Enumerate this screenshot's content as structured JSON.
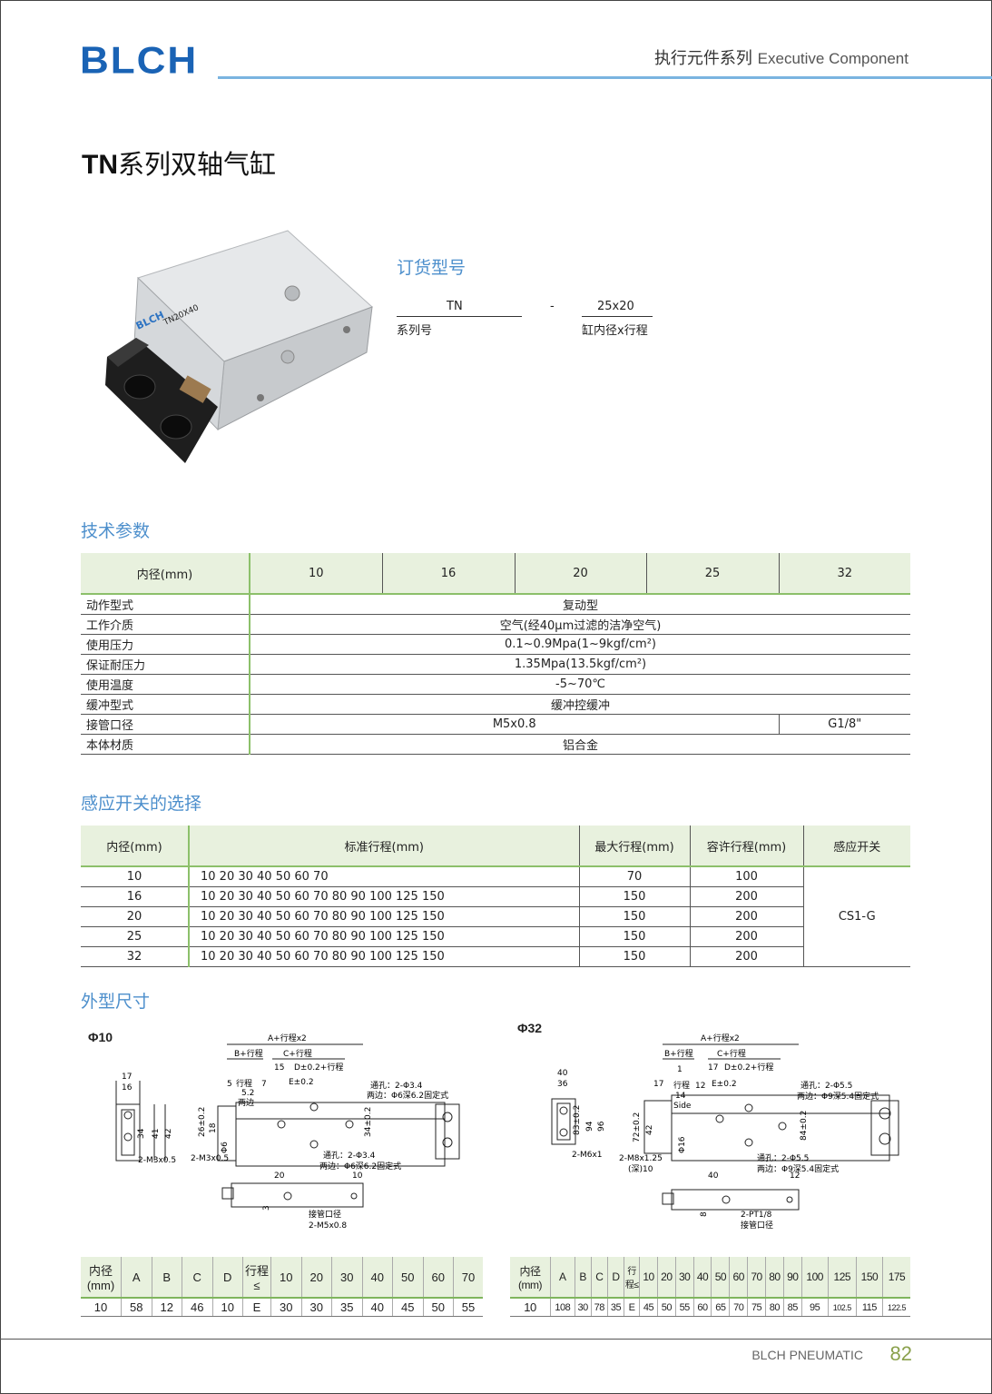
{
  "header": {
    "logo": "BLCH",
    "series_cn": "执行元件系列",
    "series_en": "Executive Component"
  },
  "title": {
    "prefix": "TN",
    "rest": "系列双轴气缸"
  },
  "product_label": {
    "brand": "BLCH",
    "model": "TN20X40"
  },
  "order": {
    "heading": "订货型号",
    "code1": "TN",
    "dash": "-",
    "code2": "25x20",
    "label1": "系列号",
    "label2": "缸内径x行程"
  },
  "specs": {
    "heading": "技术参数",
    "bore_label": "内径(mm)",
    "bores": [
      "10",
      "16",
      "20",
      "25",
      "32"
    ],
    "rows": [
      {
        "label": "动作型式",
        "value": "复动型"
      },
      {
        "label": "工作介质",
        "value": "空气(经40μm过滤的洁净空气)"
      },
      {
        "label": "使用压力",
        "value": "0.1~0.9Mpa(1~9kgf/cm²)"
      },
      {
        "label": "保证耐压力",
        "value": "1.35Mpa(13.5kgf/cm²)"
      },
      {
        "label": "使用温度",
        "value": "-5~70℃"
      },
      {
        "label": "缓冲型式",
        "value": "缓冲控缓冲"
      }
    ],
    "port": {
      "label": "接管口径",
      "v1": "M5x0.8",
      "v2": "G1/8\""
    },
    "material": {
      "label": "本体材质",
      "value": "铝合金"
    }
  },
  "switch": {
    "heading": "感应开关的选择",
    "headers": [
      "内径(mm)",
      "标准行程(mm)",
      "最大行程(mm)",
      "容许行程(mm)",
      "感应开关"
    ],
    "rows": [
      [
        "10",
        "10 20 30 40 50 60 70",
        "70",
        "100"
      ],
      [
        "16",
        "10 20 30 40 50 60 70 80 90 100 125 150",
        "150",
        "200"
      ],
      [
        "20",
        "10 20 30 40 50 60 70 80 90 100 125 150",
        "150",
        "200"
      ],
      [
        "25",
        "10 20 30 40 50 60 70 80 90 100 125 150",
        "150",
        "200"
      ],
      [
        "32",
        "10 20 30 40 50 60 70 80 90 100 125 150",
        "150",
        "200"
      ]
    ],
    "sensor": "CS1-G"
  },
  "dims": {
    "heading": "外型尺寸",
    "d10": {
      "label": "Φ10",
      "texts": [
        "A+行程x2",
        "B+行程",
        "C+行程",
        "15",
        "D±0.2+行程",
        "E±0.2",
        "5",
        "行程",
        "7",
        "5.2",
        "两边",
        "17",
        "16",
        "34",
        "41",
        "42",
        "26±0.2",
        "18",
        "Φ6",
        "34±0.2",
        "2-M3x0.5",
        "2-M3x0.5",
        "通孔：2-Φ3.4",
        "两边：Φ6深6.2固定式",
        "通孔：2-Φ3.4",
        "两边：Φ6深6.2固定式",
        "20",
        "10",
        "3",
        "接管口径",
        "2-M5x0.8"
      ],
      "table_head": [
        "内径\n(mm)",
        "A",
        "B",
        "C",
        "D",
        "行程≤",
        "10",
        "20",
        "30",
        "40",
        "50",
        "60",
        "70"
      ],
      "table_row": [
        "10",
        "58",
        "12",
        "46",
        "10",
        "E",
        "30",
        "30",
        "35",
        "40",
        "45",
        "50",
        "55"
      ]
    },
    "d32": {
      "label": "Φ32",
      "texts": [
        "A+行程x2",
        "B+行程",
        "C+行程",
        "17",
        "D±0.2+行程",
        "1",
        "行程",
        "12",
        "E±0.2",
        "17",
        "14",
        "Side",
        "40",
        "36",
        "83±0.2",
        "94",
        "96",
        "72±0.2",
        "42",
        "Φ16",
        "84±0.2",
        "2-M6x1",
        "2-M8x1.25",
        "(深)10",
        "通孔：2-Φ5.5",
        "两边：Φ9深5.4固定式",
        "通孔：2-Φ5.5",
        "两边：Φ9深5.4固定式",
        "40",
        "12",
        "8",
        "2-PT1/8",
        "接管口径"
      ],
      "table_head": [
        "内径\n(mm)",
        "A",
        "B",
        "C",
        "D",
        "行程≤",
        "10",
        "20",
        "30",
        "40",
        "50",
        "60",
        "70",
        "80",
        "90",
        "100",
        "125",
        "150",
        "175"
      ],
      "table_row": [
        "10",
        "108",
        "30",
        "78",
        "35",
        "E",
        "45",
        "50",
        "55",
        "60",
        "65",
        "70",
        "75",
        "80",
        "85",
        "95",
        "102.5",
        "115",
        "122.5"
      ]
    }
  },
  "footer": {
    "brand": "BLCH PNEUMATIC",
    "page": "82"
  },
  "colors": {
    "accent": "#4d8fcc",
    "header_bg": "#e8f1de",
    "green_rule": "#8cc06a",
    "page_num": "#8aa14c"
  }
}
